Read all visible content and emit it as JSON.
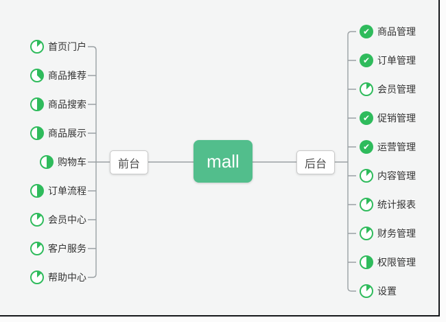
{
  "colors": {
    "icon_green": "#2fbb5c",
    "node_green": "#52be8c",
    "connector": "#9aa0a3",
    "canvas_background": "#f4f5f5",
    "frame_edge": "#131619"
  },
  "icons": {
    "check_glyph": "✔"
  },
  "root": {
    "label": "mall"
  },
  "branches": {
    "frontend": {
      "label": "前台",
      "items": [
        {
          "label": "首页门户",
          "progress": 12.5
        },
        {
          "label": "商品推荐",
          "progress": 37.5
        },
        {
          "label": "商品搜索",
          "progress": 50
        },
        {
          "label": "商品展示",
          "progress": 50
        },
        {
          "label": "购物车",
          "progress": 50
        },
        {
          "label": "订单流程",
          "progress": 50
        },
        {
          "label": "会员中心",
          "progress": 12.5
        },
        {
          "label": "客户服务",
          "progress": 12.5
        },
        {
          "label": "帮助中心",
          "progress": 12.5
        }
      ]
    },
    "backend": {
      "label": "后台",
      "items": [
        {
          "label": "商品管理",
          "progress": 100
        },
        {
          "label": "订单管理",
          "progress": 100
        },
        {
          "label": "会员管理",
          "progress": 12.5
        },
        {
          "label": "促销管理",
          "progress": 100
        },
        {
          "label": "运营管理",
          "progress": 100
        },
        {
          "label": "内容管理",
          "progress": 12.5
        },
        {
          "label": "统计报表",
          "progress": 12.5
        },
        {
          "label": "财务管理",
          "progress": 12.5
        },
        {
          "label": "权限管理",
          "progress": 50
        },
        {
          "label": "设置",
          "progress": 12.5
        }
      ]
    }
  }
}
